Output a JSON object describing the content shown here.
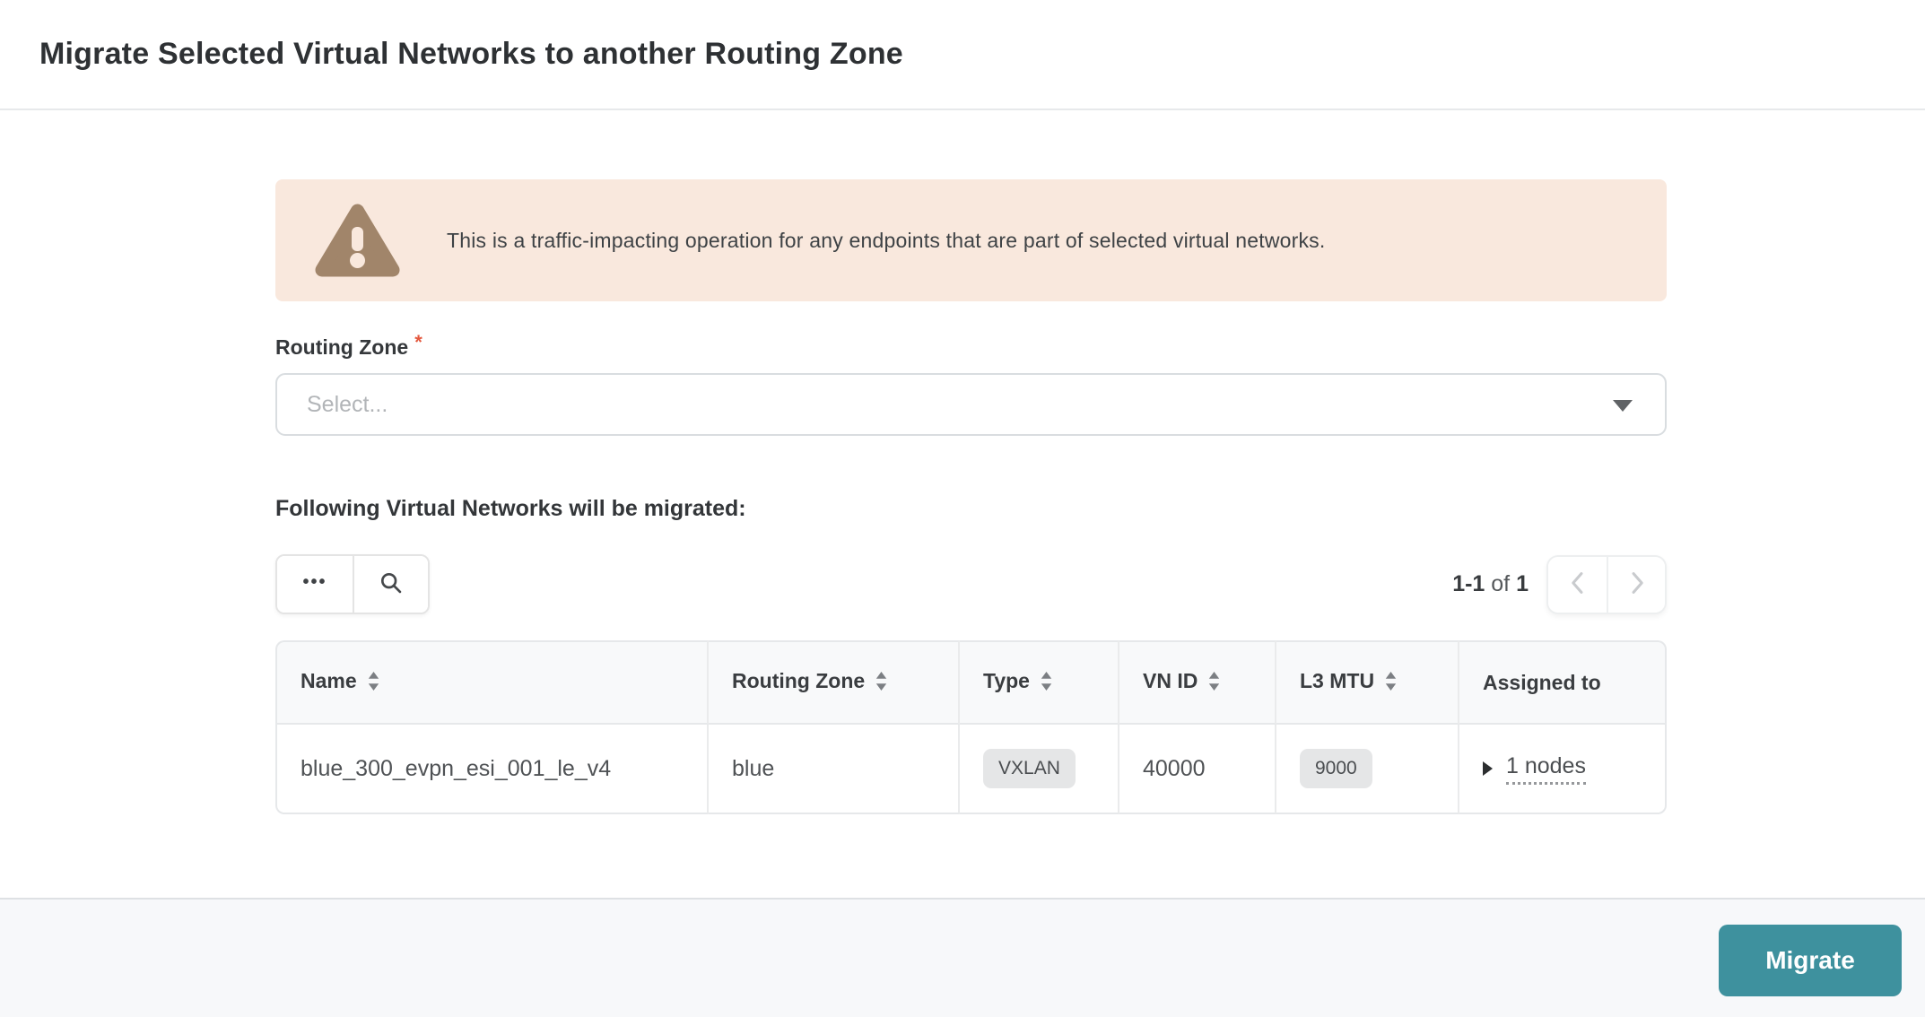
{
  "header": {
    "title": "Migrate Selected Virtual Networks to another Routing Zone"
  },
  "warning": {
    "text": "This is a traffic-impacting operation for any endpoints that are part of selected virtual networks."
  },
  "form": {
    "routing_zone_label": "Routing Zone",
    "required_marker": "*",
    "select_placeholder": "Select..."
  },
  "section": {
    "heading": "Following Virtual Networks will be migrated:"
  },
  "toolbar": {
    "more_glyph": "•••"
  },
  "pagination": {
    "range": "1-1",
    "of_label": "of",
    "total": "1"
  },
  "table": {
    "columns": [
      {
        "label": "Name",
        "sortable": true
      },
      {
        "label": "Routing Zone",
        "sortable": true
      },
      {
        "label": "Type",
        "sortable": true
      },
      {
        "label": "VN ID",
        "sortable": true
      },
      {
        "label": "L3 MTU",
        "sortable": true
      },
      {
        "label": "Assigned to",
        "sortable": false
      }
    ],
    "rows": [
      {
        "name": "blue_300_evpn_esi_001_le_v4",
        "routing_zone": "blue",
        "type": "VXLAN",
        "vn_id": "40000",
        "l3_mtu": "9000",
        "assigned_to": "1 nodes"
      }
    ]
  },
  "footer": {
    "migrate_label": "Migrate"
  },
  "colors": {
    "accent_teal": "#3e919e",
    "warning_bg": "#f9e8dd",
    "warning_icon": "#a1856a",
    "required_red": "#e4573d"
  }
}
